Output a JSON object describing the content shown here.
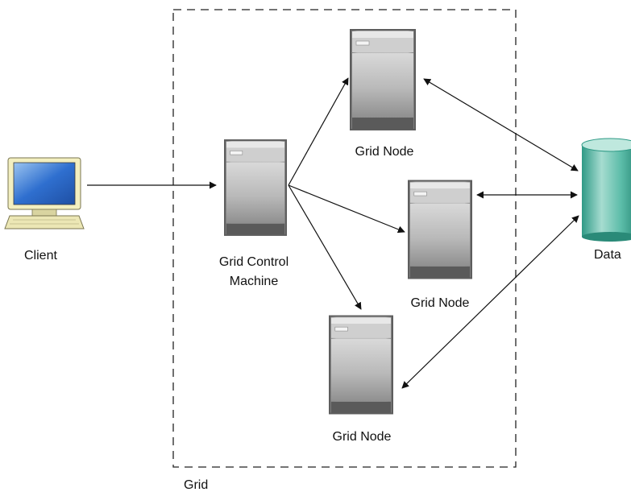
{
  "grid": {
    "label": "Grid"
  },
  "client": {
    "label": "Client"
  },
  "control": {
    "label_line1": "Grid Control",
    "label_line2": "Machine"
  },
  "nodes": [
    {
      "label": "Grid Node"
    },
    {
      "label": "Grid Node"
    },
    {
      "label": "Grid Node"
    }
  ],
  "data_store": {
    "label": "Data"
  },
  "icons": {
    "client": "desktop-computer-icon",
    "server": "server-tower-icon",
    "database": "database-cylinder-icon"
  },
  "colors": {
    "line": "#111111",
    "server_light": "#d6d6d6",
    "server_dark": "#5d5d5d",
    "database_light": "#a6dcd0",
    "database_dark": "#2f9a86",
    "screen": "#2f6fcf",
    "monitor_body": "#f3efc0"
  }
}
